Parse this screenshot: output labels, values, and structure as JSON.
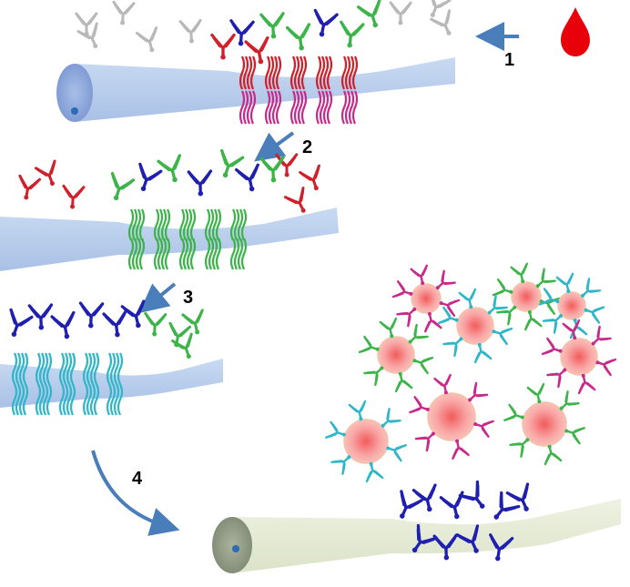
{
  "steps": [
    {
      "label": "1"
    },
    {
      "label": "2"
    },
    {
      "label": "3"
    },
    {
      "label": "4"
    }
  ],
  "icons": {
    "sample": "blood-drop-icon",
    "fiber": "tapered-fiber-icon",
    "antibody": "antibody-icon",
    "cell": "cell-icon"
  },
  "colors": {
    "blood_drop": "#e8000b",
    "fiber_blue": "#b8cdeb",
    "fiber_blue_end": "#8ea9dc",
    "fiber_core": "#2c6bb5",
    "fiber_green": "#e6ecd6",
    "fiber_green_end": "#9aa590",
    "arrow": "#4a7ebb",
    "antibody_gray": "#b8b8b8",
    "antibody_red": "#d0202a",
    "antibody_blue": "#1f1fb0",
    "antibody_green": "#3cb44a",
    "antibody_cyan": "#2fb6c8",
    "antibody_magenta": "#c72a8a",
    "cell_pink": "#f9a0a0",
    "cell_core": "#f46a6a"
  }
}
